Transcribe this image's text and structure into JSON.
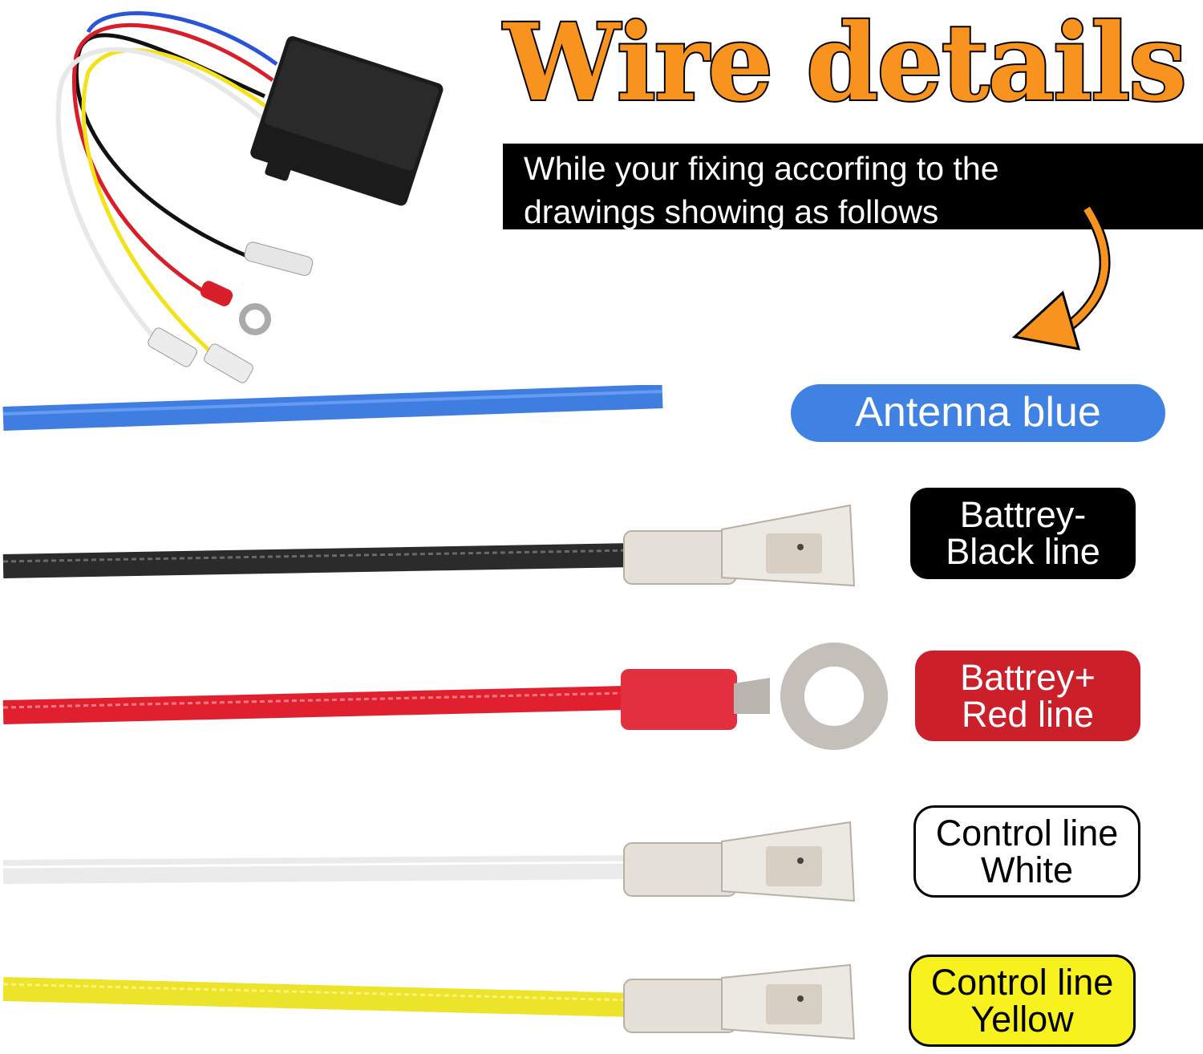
{
  "header": {
    "title": "Wire  details",
    "subtitle_line1": "While your fixing accorfing to the",
    "subtitle_line2": "drawings showing as follows"
  },
  "wires": [
    {
      "line1": "Antenna blue",
      "line2": "",
      "color": "#3f82e4"
    },
    {
      "line1": "Battrey-",
      "line2": "Black line",
      "color": "#000000"
    },
    {
      "line1": "Battrey+",
      "line2": "Red line",
      "color": "#cb1f2a"
    },
    {
      "line1": "Control line",
      "line2": "White",
      "color": "#ffffff"
    },
    {
      "line1": "Control line",
      "line2": "Yellow",
      "color": "#f7f11e"
    }
  ],
  "colors": {
    "title_fill": "#f7931e",
    "title_outline": "#000000",
    "arrow": "#f7931e"
  },
  "icons": {
    "module": "wireless-receiver-module-icon",
    "arrow": "curved-arrow-down-icon"
  }
}
